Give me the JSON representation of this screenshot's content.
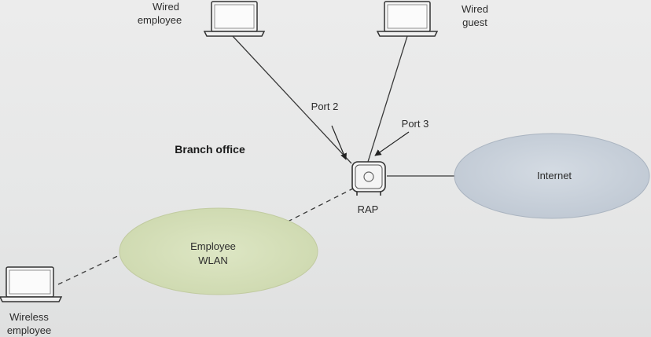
{
  "nodes": {
    "wired_employee": {
      "label_line1": "Wired",
      "label_line2": "employee"
    },
    "wired_guest": {
      "label_line1": "Wired",
      "label_line2": "guest"
    },
    "wireless_employee": {
      "label_line1": "Wireless",
      "label_line2": "employee"
    },
    "rap": {
      "label": "RAP"
    },
    "internet": {
      "label": "Internet"
    },
    "employee_wlan": {
      "label_line1": "Employee",
      "label_line2": "WLAN"
    }
  },
  "annotations": {
    "branch_office": "Branch office",
    "port2": "Port 2",
    "port3": "Port 3"
  },
  "colors": {
    "internet_fill": "#c9d2dc",
    "wlan_fill": "#d9e2bf",
    "line": "#3a3a3a"
  }
}
